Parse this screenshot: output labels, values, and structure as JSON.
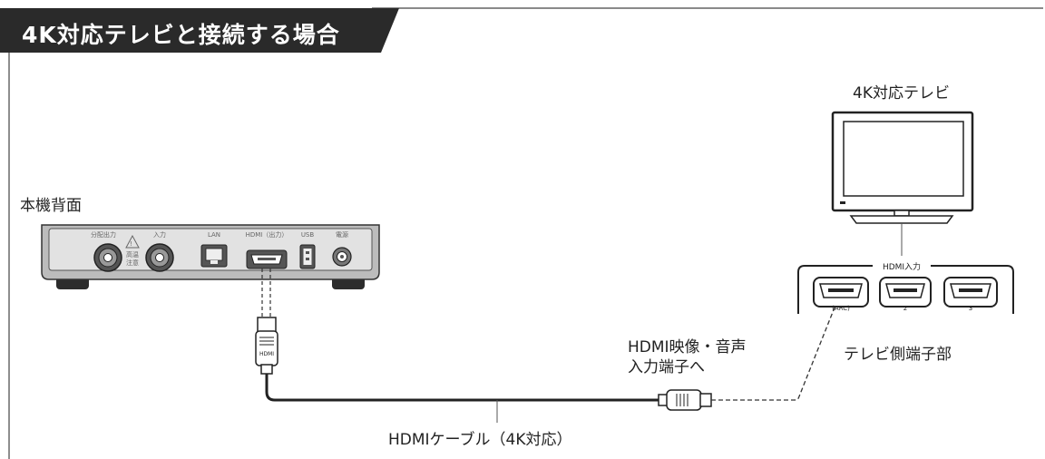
{
  "title": "4K対応テレビと接続する場合",
  "labels": {
    "device_back": "本機背面",
    "tv": "4K対応テレビ",
    "tv_ports": "テレビ側端子部",
    "hdmi_input_line1": "HDMI映像・音声",
    "hdmi_input_line2": "入力端子へ",
    "cable": "HDMIケーブル（4K対応）"
  },
  "device_ports": {
    "split_out": "分配出力",
    "input": "入力",
    "warning1": "高温",
    "warning2": "注意",
    "lan": "LAN",
    "hdmi_out": "HDMI（出力）",
    "usb": "USB",
    "power": "電源"
  },
  "tv_panel": {
    "header": "HDMI入力",
    "ports": [
      "(ARC)",
      "2",
      "3"
    ]
  },
  "plug_mark": "HDMI",
  "colors": {
    "title_bg": "#2a2a2a",
    "line": "#222222",
    "device_body": "#dcdcdc"
  }
}
